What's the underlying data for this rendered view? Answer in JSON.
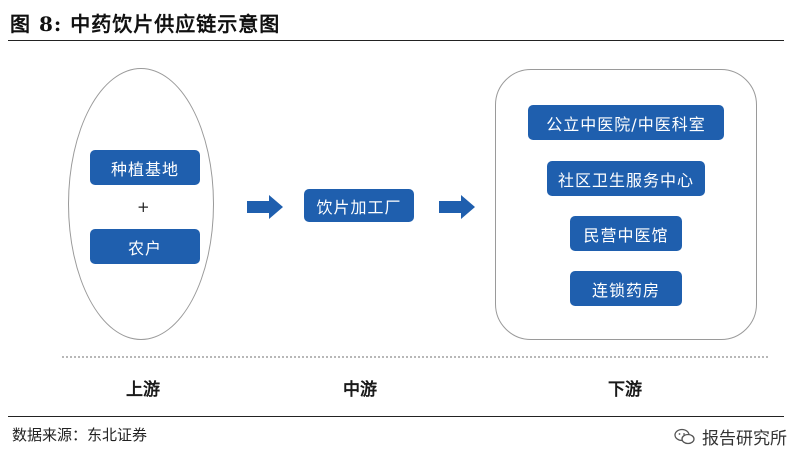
{
  "title": "图 8:  中药饮片供应链示意图",
  "upstream": {
    "nodes": [
      "种植基地",
      "农户"
    ],
    "connector": "+"
  },
  "midstream": {
    "nodes": [
      "饮片加工厂"
    ]
  },
  "downstream": {
    "nodes": [
      "公立中医院/中医科室",
      "社区卫生服务中心",
      "民营中医馆",
      "连锁药房"
    ]
  },
  "stages": [
    "上游",
    "中游",
    "下游"
  ],
  "source": "数据来源：东北证券",
  "watermark": "报告研究所",
  "colors": {
    "node_fill": "#1f5fae",
    "arrow_fill": "#1f5fae",
    "outline": "#9a9a9a"
  }
}
